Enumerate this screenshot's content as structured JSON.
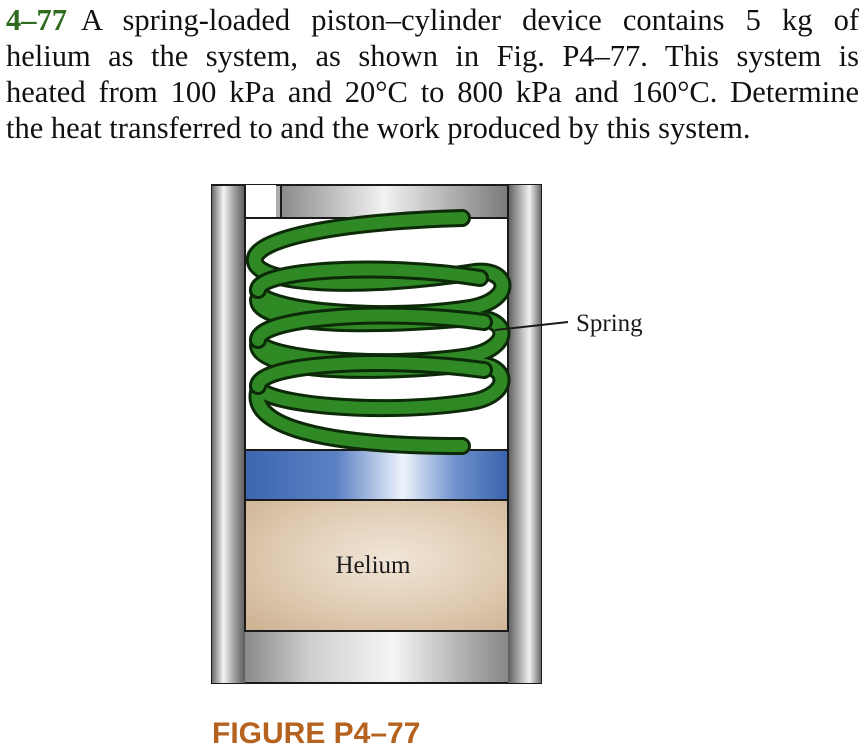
{
  "problem": {
    "number": "4–77",
    "lines": [
      "A spring-loaded piston–cylinder device contains 5 kg of",
      "helium as the system, as shown in Fig. P4–77. This system is",
      "heated from 100 kPa and 20°C to 800 kPa and 160°C. Determine",
      "the heat transferred to and the work produced by this system."
    ]
  },
  "figure": {
    "spring_label": "Spring",
    "gas_label": "Helium",
    "caption": "FIGURE P4–77",
    "colors": {
      "spring": "#2f8a26",
      "spring_outline": "#0d2a08",
      "piston": "#3d66b0",
      "gas": "#d8c2a8",
      "cylinder_wall": "#8a8a8a",
      "caption": "#b5621f",
      "problem_number": "#2e6b1e"
    }
  }
}
